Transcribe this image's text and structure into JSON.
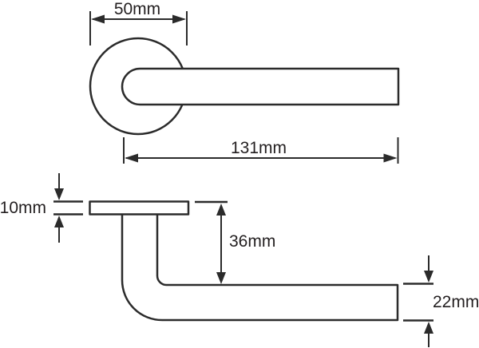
{
  "canvas": {
    "background": "#ffffff",
    "line_color": "#2b2b2b",
    "text_color": "#231f20"
  },
  "dimensions": {
    "rose_diameter": {
      "label": "50mm"
    },
    "lever_length": {
      "label": "131mm"
    },
    "rose_thickness": {
      "label": "10mm"
    },
    "lever_drop": {
      "label": "36mm"
    },
    "lever_section": {
      "label": "22mm"
    }
  }
}
